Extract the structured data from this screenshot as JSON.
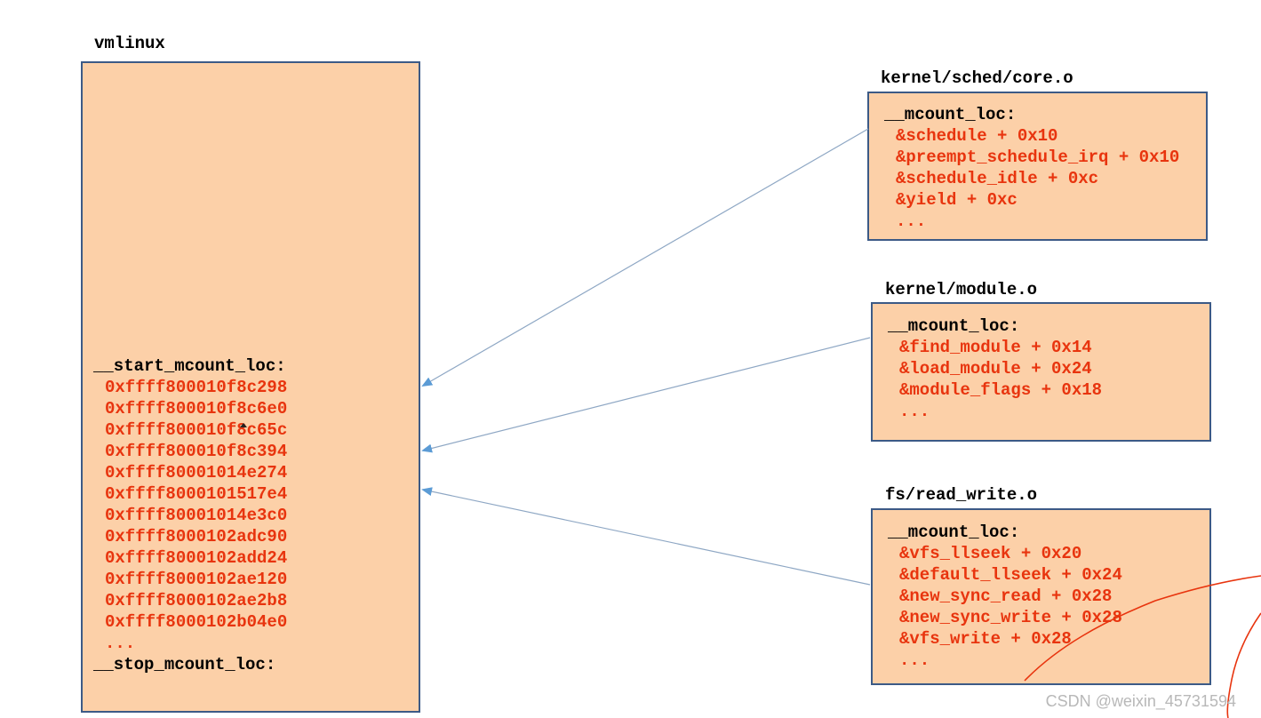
{
  "vmlinux": {
    "title": "vmlinux",
    "start_label": "__start_mcount_loc:",
    "addresses": [
      "0xffff800010f8c298",
      "0xffff800010f8c6e0",
      "0xffff800010f8c65c",
      "0xffff800010f8c394",
      "0xffff80001014e274",
      "0xffff8000101517e4",
      "0xffff80001014e3c0",
      "0xffff8000102adc90",
      "0xffff8000102add24",
      "0xffff8000102ae120",
      "0xffff8000102ae2b8",
      "0xffff8000102b04e0"
    ],
    "ellipsis": "...",
    "stop_label": "__stop_mcount_loc:"
  },
  "objects": [
    {
      "title": "kernel/sched/core.o",
      "section": "__mcount_loc:",
      "entries": [
        "&schedule + 0x10",
        "&preempt_schedule_irq + 0x10",
        "&schedule_idle + 0xc",
        "&yield + 0xc"
      ],
      "ellipsis": "..."
    },
    {
      "title": "kernel/module.o",
      "section": "__mcount_loc:",
      "entries": [
        "&find_module + 0x14",
        "&load_module + 0x24",
        "&module_flags + 0x18"
      ],
      "ellipsis": "..."
    },
    {
      "title": "fs/read_write.o",
      "section": "__mcount_loc:",
      "entries": [
        "&vfs_llseek + 0x20",
        "&default_llseek + 0x24",
        "&new_sync_read + 0x28",
        "&new_sync_write + 0x28",
        "&vfs_write + 0x28"
      ],
      "ellipsis": "..."
    }
  ],
  "watermark": "CSDN @weixin_45731594",
  "colors": {
    "box_fill": "#fcd0a8",
    "box_border": "#3c5a86",
    "entry_text": "#e8340e",
    "arrow": "#5b9bd5",
    "annotation": "#e8340e"
  }
}
